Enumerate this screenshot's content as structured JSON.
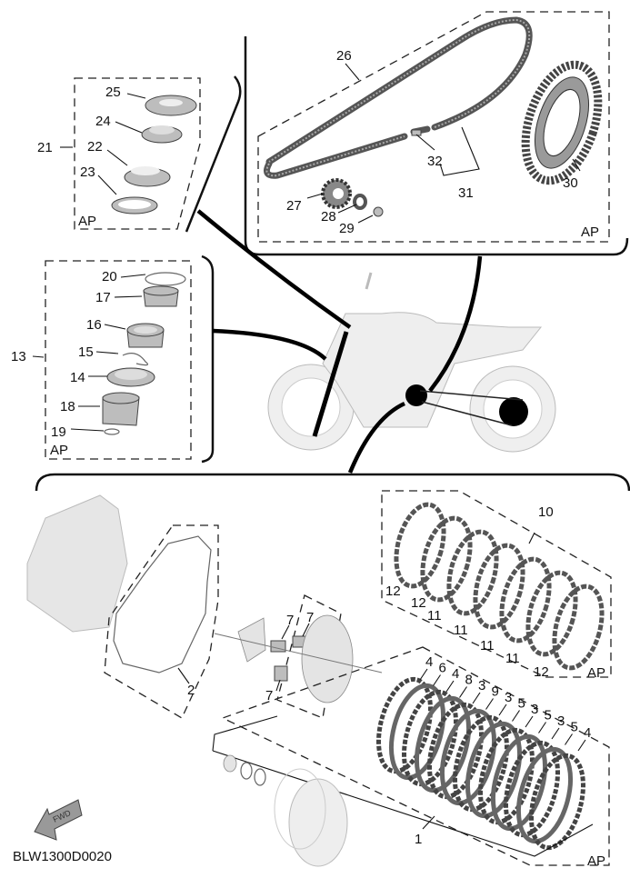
{
  "diagram": {
    "drawing_code": "BLW1300D0020",
    "assembly_marker": "AP",
    "direction_marker": "FWD",
    "groups": [
      {
        "id": "steering-bearing",
        "ref": "21",
        "parts": [
          "25",
          "24",
          "22",
          "23"
        ],
        "marker": "AP"
      },
      {
        "id": "fork-seal",
        "ref": "13",
        "parts": [
          "20",
          "17",
          "16",
          "15",
          "14",
          "18",
          "19"
        ],
        "marker": "AP"
      },
      {
        "id": "drive-chain",
        "ref": "26",
        "parts": [
          "27",
          "28",
          "29",
          "30",
          "31",
          "32"
        ],
        "marker": "AP"
      },
      {
        "id": "friction-plates",
        "ref": "10",
        "parts": [
          "12",
          "12",
          "11",
          "11",
          "11",
          "11",
          "12"
        ],
        "marker": "AP"
      },
      {
        "id": "clutch-pack",
        "ref": "1",
        "parts": [
          "4",
          "6",
          "4",
          "8",
          "3",
          "9",
          "3",
          "5",
          "3",
          "5",
          "3",
          "5",
          "4"
        ],
        "marker": "AP"
      },
      {
        "id": "gasket",
        "ref": "2",
        "parts": []
      },
      {
        "id": "springs",
        "ref": "7",
        "parts": [
          "7",
          "7",
          "7"
        ]
      }
    ],
    "labels": {
      "l25": "25",
      "l24": "24",
      "l22": "22",
      "l23": "23",
      "l21": "21",
      "l20": "20",
      "l17": "17",
      "l16": "16",
      "l15": "15",
      "l14": "14",
      "l18": "18",
      "l19": "19",
      "l13": "13",
      "l26": "26",
      "l27": "27",
      "l28": "28",
      "l29": "29",
      "l30": "30",
      "l31": "31",
      "l32": "32",
      "l10": "10",
      "l12a": "12",
      "l12b": "12",
      "l11a": "11",
      "l11b": "11",
      "l11c": "11",
      "l11d": "11",
      "l12c": "12",
      "l2": "2",
      "l7a": "7",
      "l7b": "7",
      "l7c": "7",
      "l1": "1",
      "c4a": "4",
      "c6": "6",
      "c4b": "4",
      "c8": "8",
      "c3a": "3",
      "c9": "9",
      "c3b": "3",
      "c5a": "5",
      "c3c": "3",
      "c5b": "5",
      "c3d": "3",
      "c5c": "5",
      "c4c": "4"
    }
  }
}
